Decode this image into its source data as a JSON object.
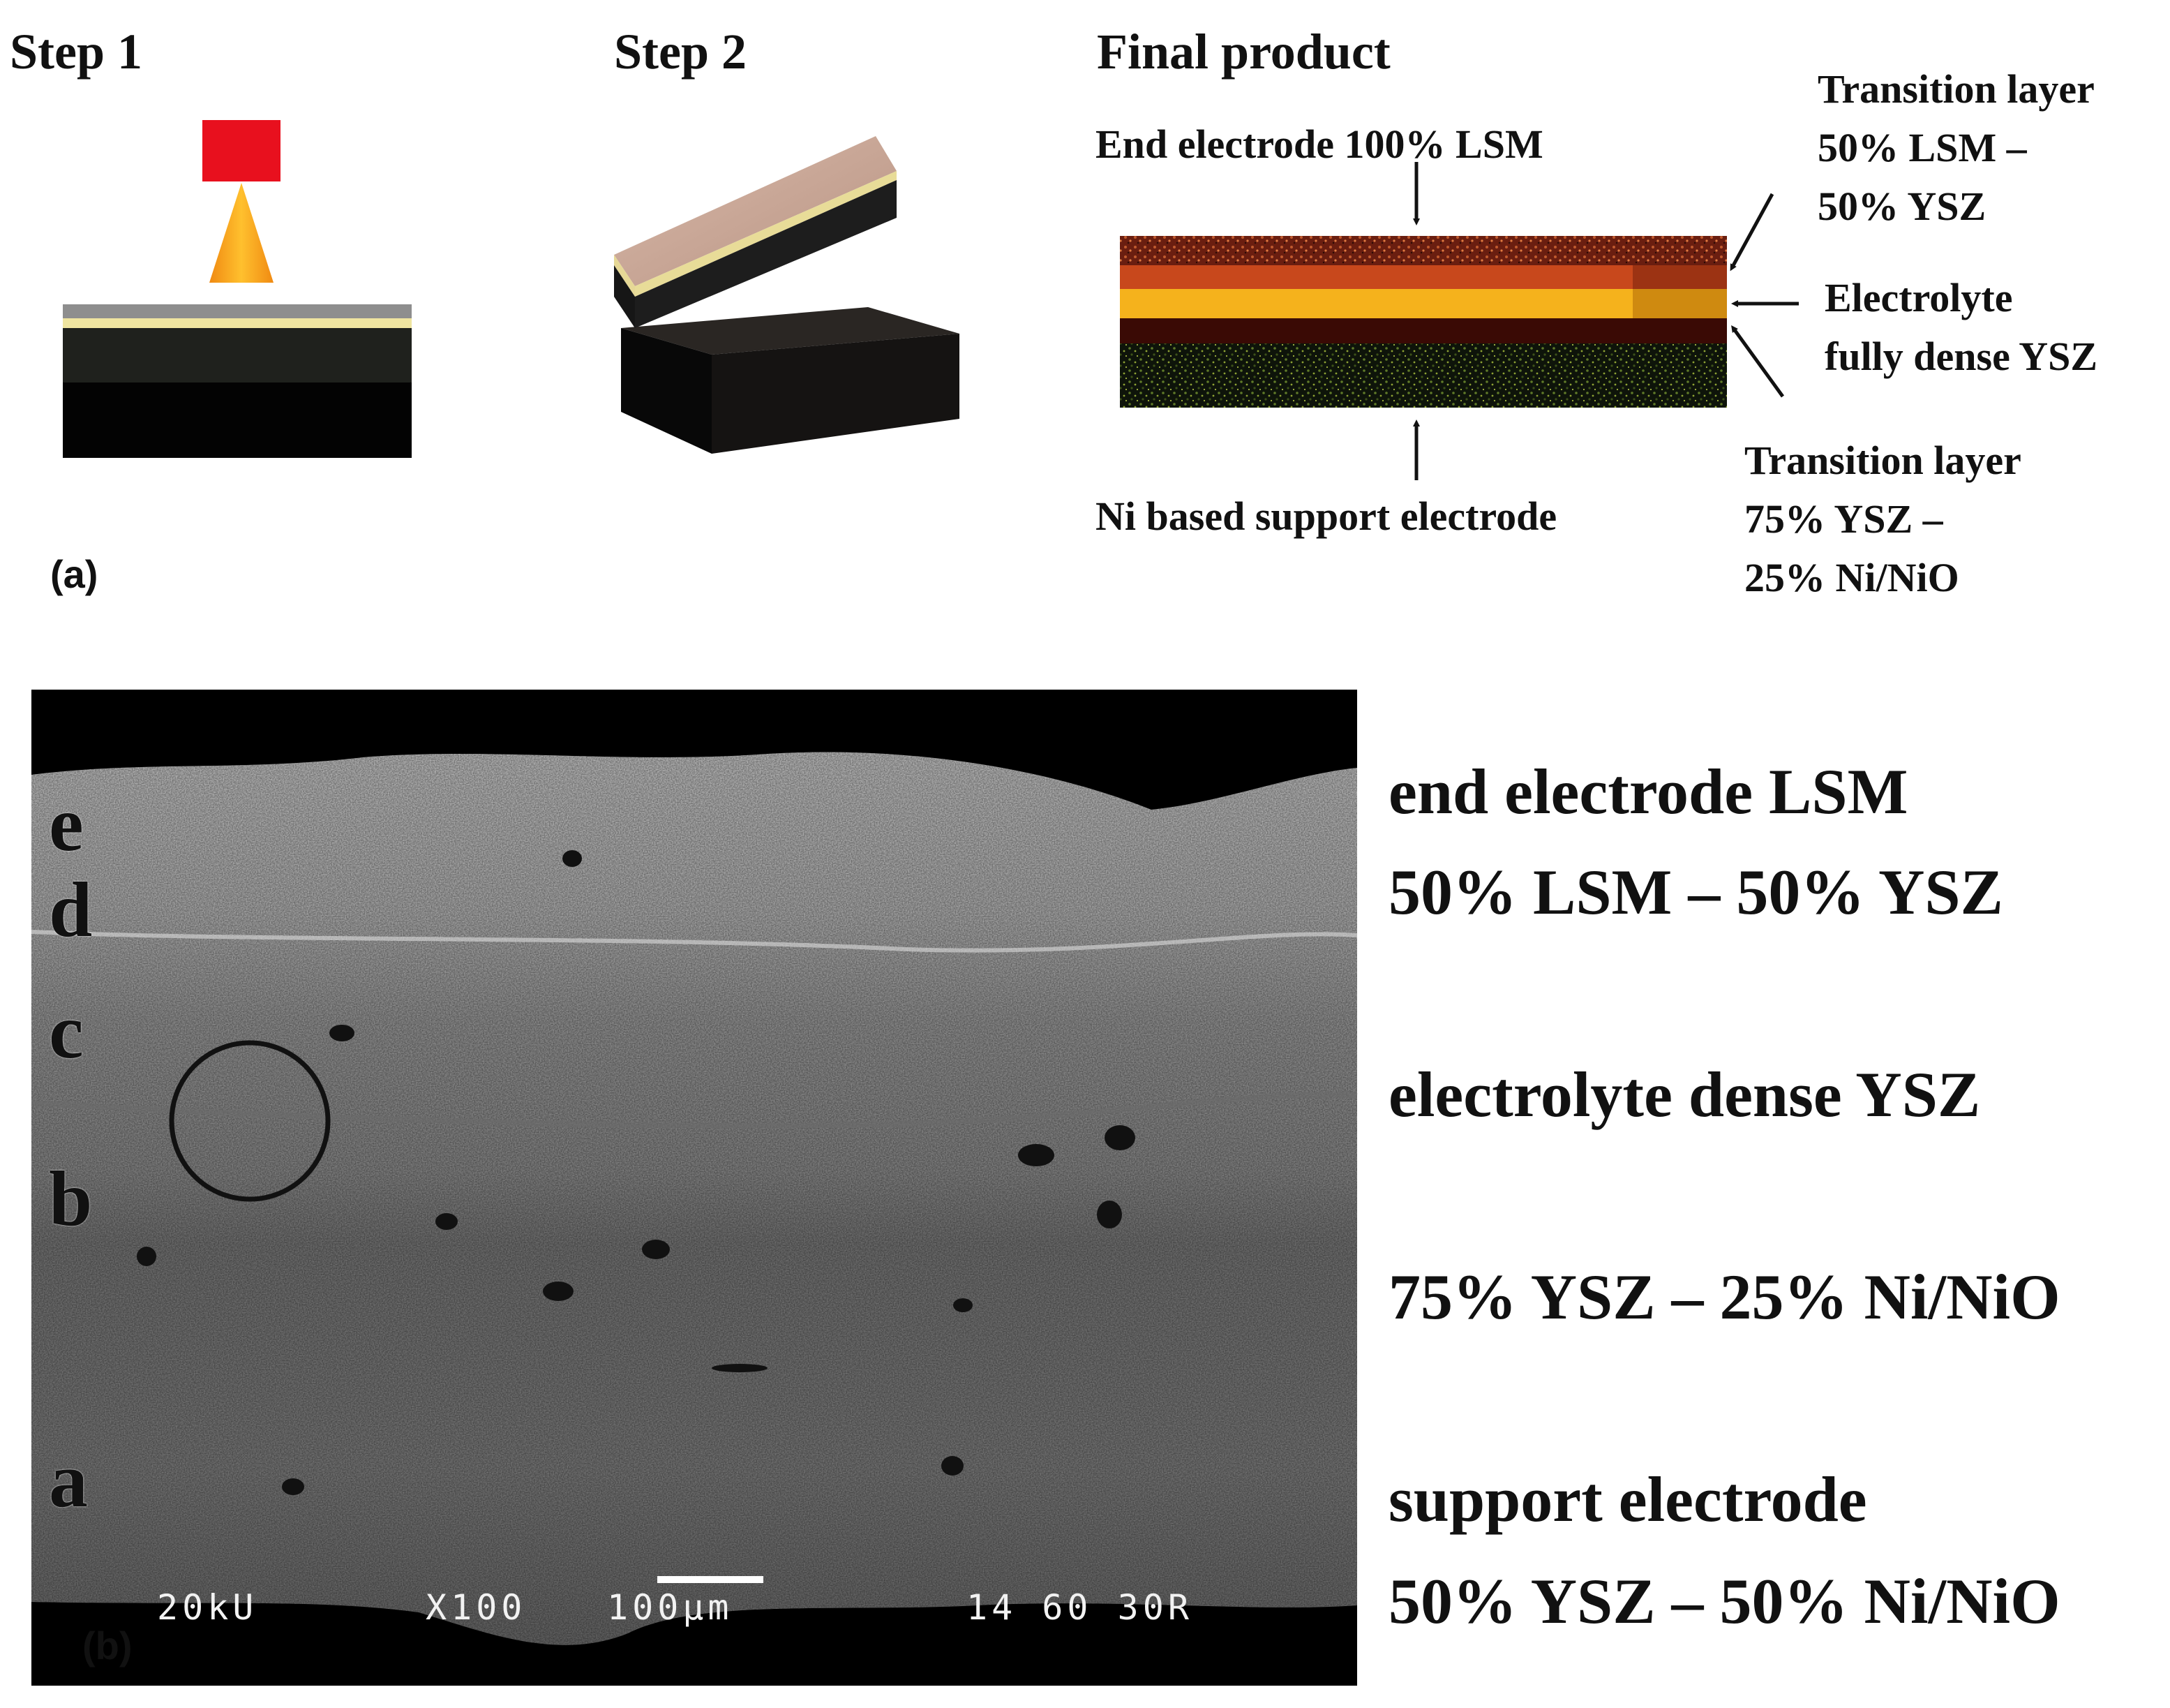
{
  "panel_a": {
    "label": "(a)",
    "step1": {
      "title": "Step 1"
    },
    "step2": {
      "title": "Step 2"
    },
    "final": {
      "title": "Final product",
      "end_electrode": "End electrode 100% LSM",
      "support_electrode": "Ni based support electrode",
      "transition_top": [
        "Transition layer",
        "50% LSM –",
        "50% YSZ"
      ],
      "electrolyte": [
        "Electrolyte",
        "fully dense YSZ"
      ],
      "transition_bottom": [
        "Transition layer",
        "75% YSZ –",
        "25% Ni/NiO"
      ]
    }
  },
  "panel_b": {
    "label": "(b)",
    "layer_letters": [
      "e",
      "d",
      "c",
      "b",
      "a"
    ],
    "scale_bar": {
      "left": "20kU",
      "mag": "X100",
      "bar": "100µm",
      "right": "14 60    30R"
    },
    "labels": [
      "end electrode LSM",
      "50% LSM – 50% YSZ",
      "electrolyte dense YSZ",
      "75% YSZ – 25% Ni/NiO",
      "support electrode",
      "50% YSZ – 50% Ni/NiO"
    ]
  },
  "colors": {
    "nozzle_block": "#e8101e",
    "nozzle_cone": "#f7a21b",
    "lsm_layer": "#c8481c",
    "electrolyte_layer": "#f5b21c",
    "support_layer": "#12140e",
    "tape_top": "#c9a99a"
  }
}
